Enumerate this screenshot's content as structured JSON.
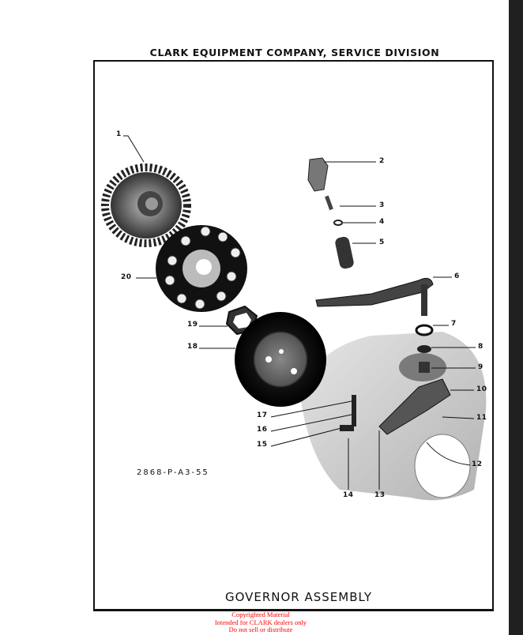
{
  "header": "CLARK EQUIPMENT COMPANY, SERVICE DIVISION",
  "figure_code": "2868-P-A3-55",
  "title": "GOVERNOR ASSEMBLY",
  "watermark": [
    "Copyrighted Material",
    "Intended for CLARK dealers only",
    "Do not sell or distribute"
  ],
  "callouts": [
    "1",
    "2",
    "3",
    "4",
    "5",
    "6",
    "7",
    "8",
    "9",
    "10",
    "11",
    "12",
    "13",
    "14",
    "15",
    "16",
    "17",
    "18",
    "19",
    "20"
  ]
}
